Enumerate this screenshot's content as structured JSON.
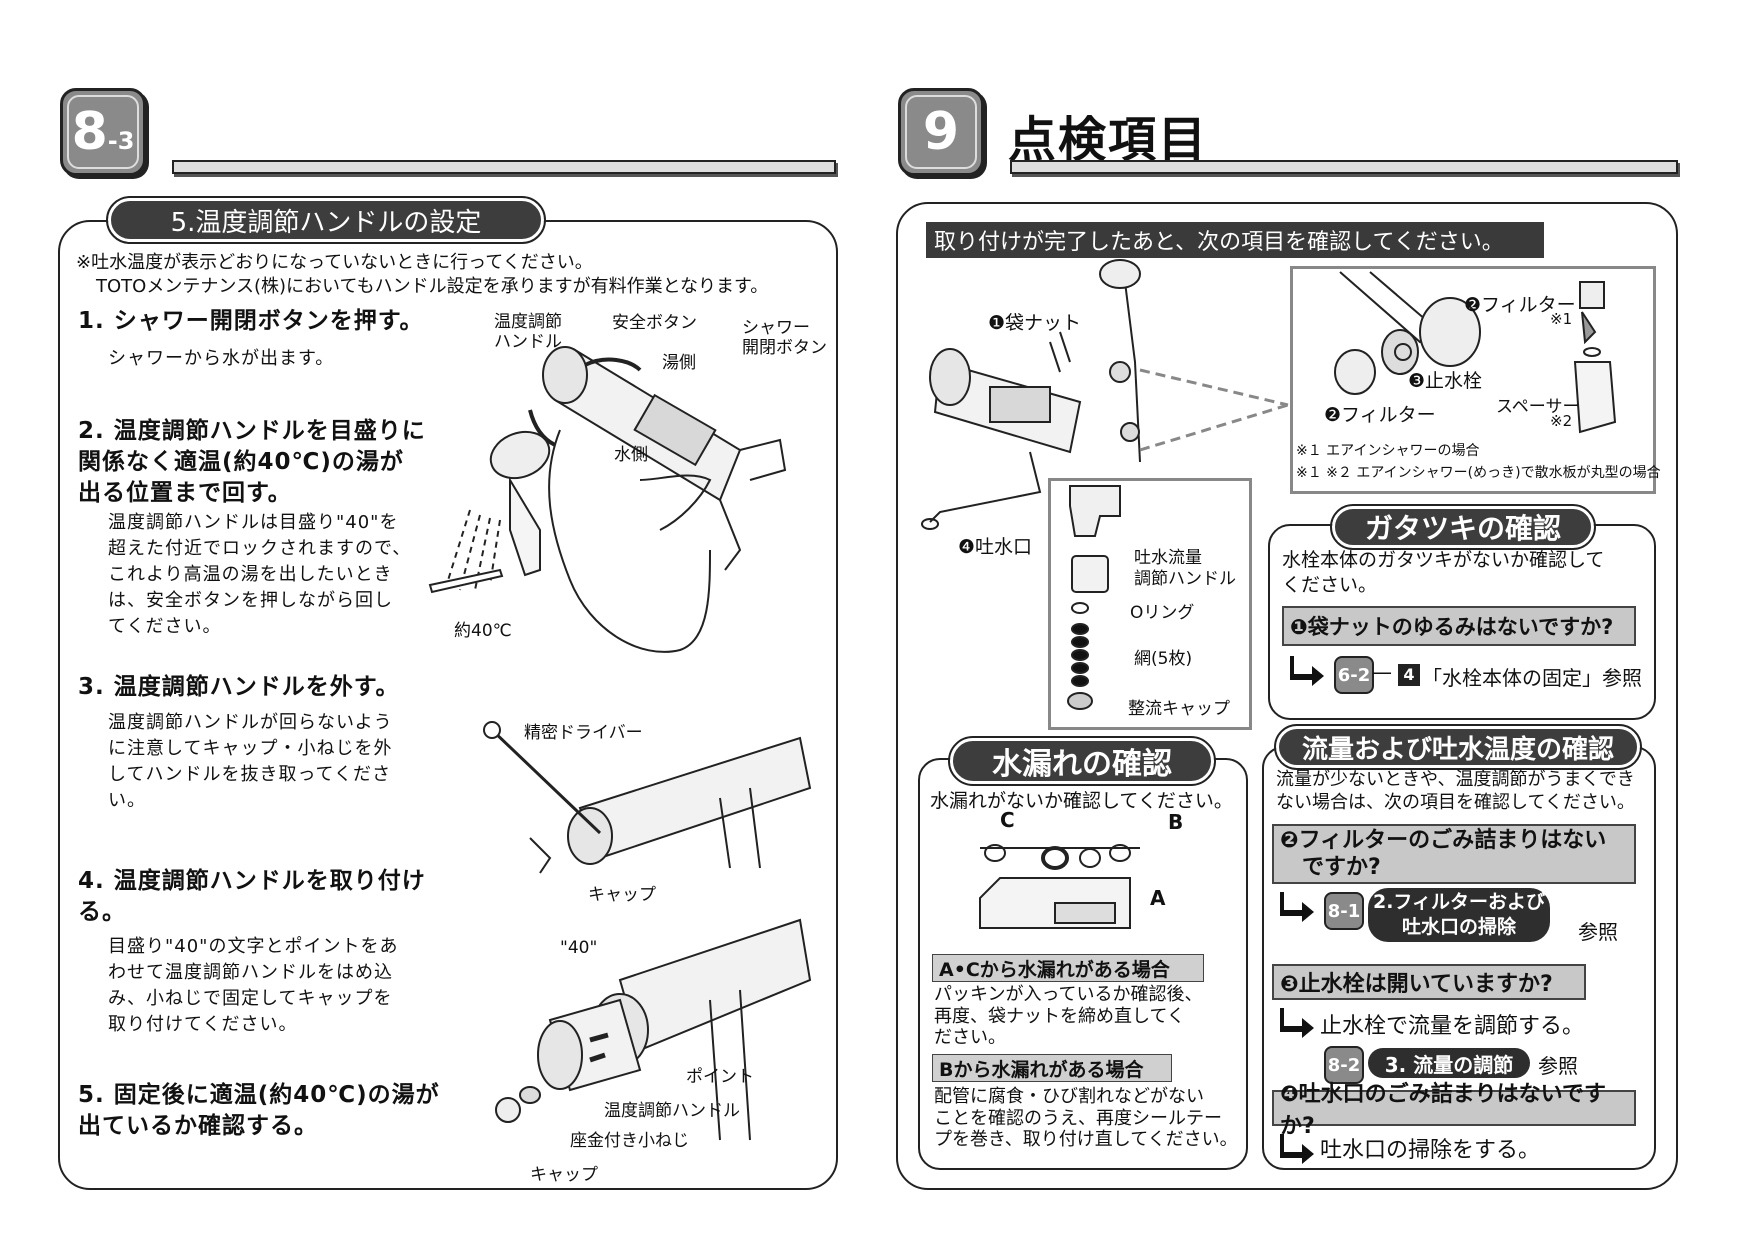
{
  "left": {
    "badge_main": "8",
    "badge_sub": "-3",
    "section_title": "5.温度調節ハンドルの設定",
    "note_line1": "※吐水温度が表示どおりになっていないときに行ってください。",
    "note_line2": "TOTOメンテナンス(株)においてもハンドル設定を承りますが有料作業となります。",
    "steps": [
      {
        "head": "1. シャワー開閉ボタンを押す。",
        "body": "シャワーから水が出ます。"
      },
      {
        "head": "2. 温度調節ハンドルを目盛りに\n関係なく適温(約40℃)の湯が\n出る位置まで回す。",
        "body": "温度調節ハンドルは目盛り\"40\"を\n超えた付近でロックされますので、\nこれより高温の湯を出したいとき\nは、安全ボタンを押しながら回し\nてください。"
      },
      {
        "head": "3. 温度調節ハンドルを外す。",
        "body": "温度調節ハンドルが回らないよう\nに注意してキャップ・小ねじを外\nしてハンドルを抜き取ってくださ\nい。"
      },
      {
        "head": "4. 温度調節ハンドルを取り付け\nる。",
        "body": "目盛り\"40\"の文字とポイントをあ\nわせて温度調節ハンドルをはめ込\nみ、小ねじで固定してキャップを\n取り付けてください。"
      },
      {
        "head": "5. 固定後に適温(約40℃)の湯が\n出ているか確認する。",
        "body": ""
      }
    ],
    "labels": {
      "temp_handle": "温度調節\nハンドル",
      "safety_button": "安全ボタン",
      "shower_button": "シャワー\n開閉ボタン",
      "hot_side": "湯側",
      "cold_side": "水側",
      "approx40": "約40℃",
      "precision_driver": "精密ドライバー",
      "cap1": "キャップ",
      "forty": "\"40\"",
      "point": "ポイント",
      "temp_handle2": "温度調節ハンドル",
      "washer_screw": "座金付き小ねじ",
      "cap2": "キャップ"
    }
  },
  "right": {
    "badge_main": "9",
    "page_title": "点検項目",
    "banner": "取り付けが完了したあと、次の項目を確認してください。",
    "labels": {
      "bag_nut": "❶袋ナット",
      "spout": "❹吐水口",
      "filter_top": "❷フィルター",
      "note1": "※1",
      "stop_valve": "❸止水栓",
      "filter_bottom": "❷フィルター",
      "spacer": "スペーサー",
      "note2": "※2",
      "foot1": "※１ エアインシャワーの場合",
      "foot2": "※１ ※２ エアインシャワー(めっき)で散水板が丸型の場合",
      "flow_handle": "吐水流量\n調節ハンドル",
      "oring": "Oリング",
      "mesh": "網(5枚)",
      "flow_cap": "整流キャップ"
    },
    "rattle": {
      "title": "ガタツキの確認",
      "intro": "水栓本体のガタツキがないか確認して\nください。",
      "q1": "❶袋ナットのゆるみはないですか?",
      "ref_chip": "6-2",
      "ref_dash": "—",
      "ref_num": "4",
      "ref_text": "「水栓本体の固定」参照"
    },
    "leak": {
      "title": "水漏れの確認",
      "intro": "水漏れがないか確認してください。",
      "lbl_a": "A",
      "lbl_b": "B",
      "lbl_c": "C",
      "case1": "A•Cから水漏れがある場合",
      "case1_text": "パッキンが入っているか確認後、\n再度、袋ナットを締め直してく\nださい。",
      "case2": "Bから水漏れがある場合",
      "case2_text": "配管に腐食・ひび割れなどがない\nことを確認のうえ、再度シールテー\nプを巻き、取り付け直してください。"
    },
    "flow": {
      "title": "流量および吐水温度の確認",
      "intro": "流量が少ないときや、温度調節がうまくでき\nない場合は、次の項目を確認してください。",
      "q2": "❷フィルターのごみ詰まりはない\n　ですか?",
      "ref1_chip": "8-1",
      "ref1_pill": "2.フィルターおよび\n吐水口の掃除",
      "ref1_suffix": "参照",
      "q3": "❸止水栓は開いていますか?",
      "a3": "止水栓で流量を調節する。",
      "ref2_chip": "8-2",
      "ref2_pill": "3. 流量の調節",
      "ref2_suffix": "参照",
      "q4": "❹吐水口のごみ詰まりはないですか?",
      "a4": "吐水口の掃除をする。"
    }
  }
}
